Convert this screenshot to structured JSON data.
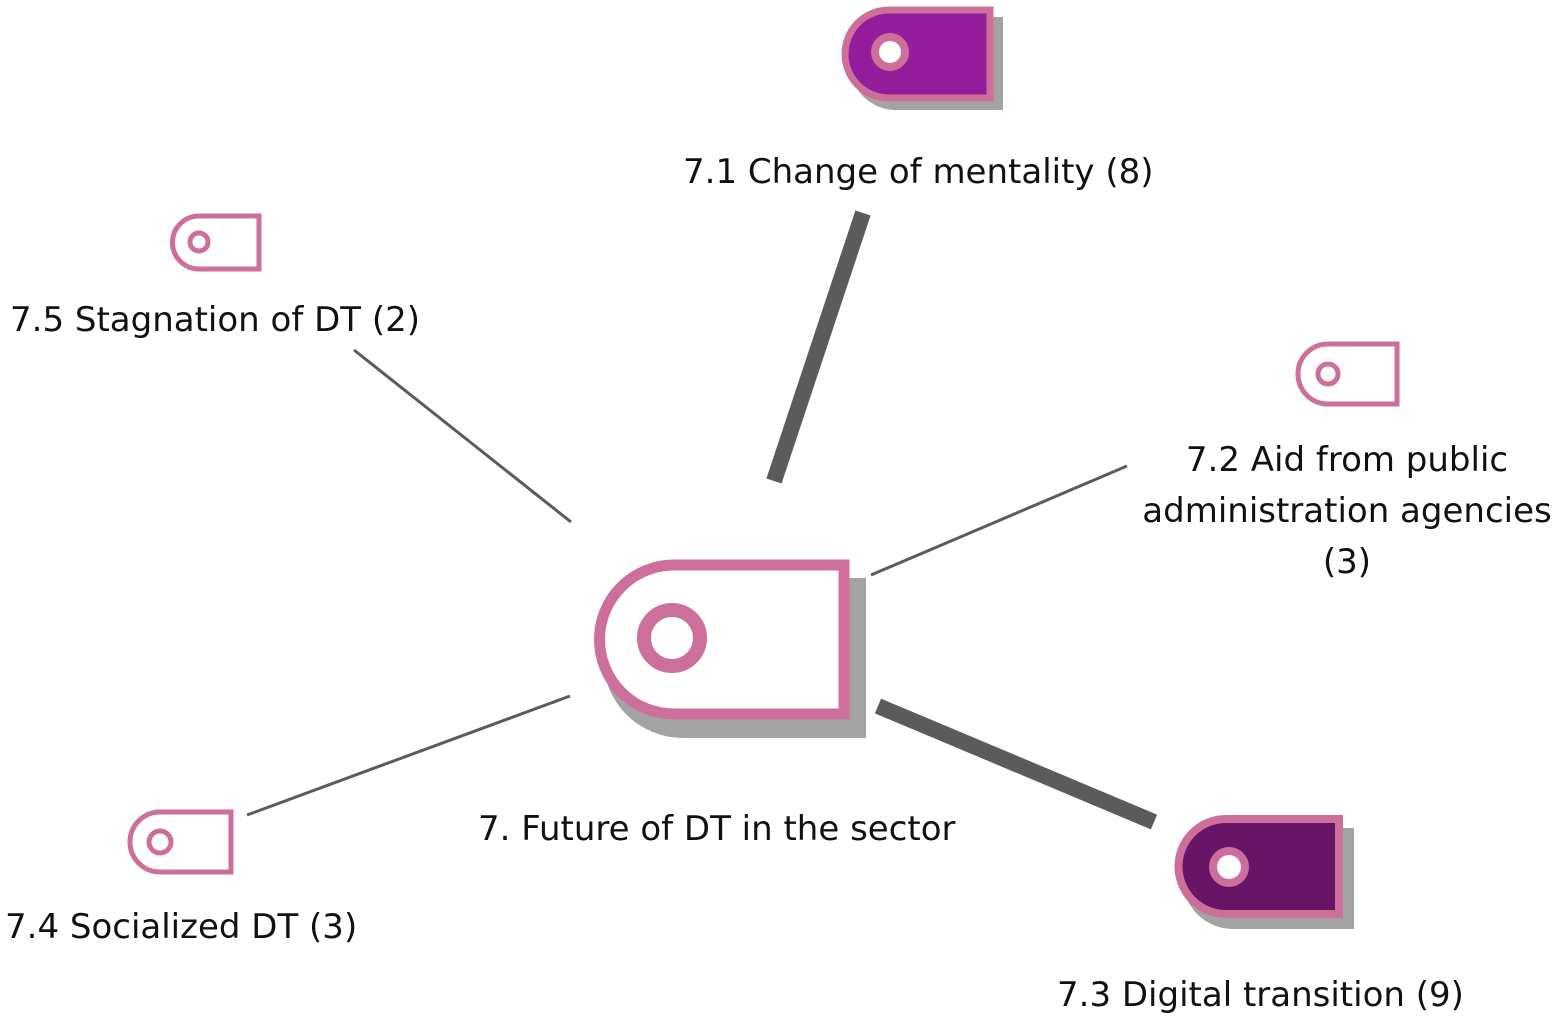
{
  "colors": {
    "tag_outline": "#cc6f9a",
    "shadow": "#a3a3a3",
    "fill_7_1": "#931d9a",
    "fill_7_3": "#681467",
    "edge": "#5b5b5b"
  },
  "icon": "tag-icon",
  "root": {
    "label": "7. Future of DT in the sector"
  },
  "nodes": {
    "n71": {
      "label": "7.1 Change of mentality (8)"
    },
    "n72": {
      "label_lines": [
        "7.2 Aid from public",
        "administration agencies",
        "(3)"
      ]
    },
    "n73": {
      "label": "7.3 Digital transition (9)"
    },
    "n74": {
      "label": "7.4 Socialized DT (3)"
    },
    "n75": {
      "label": "7.5 Stagnation of DT (2)"
    }
  }
}
